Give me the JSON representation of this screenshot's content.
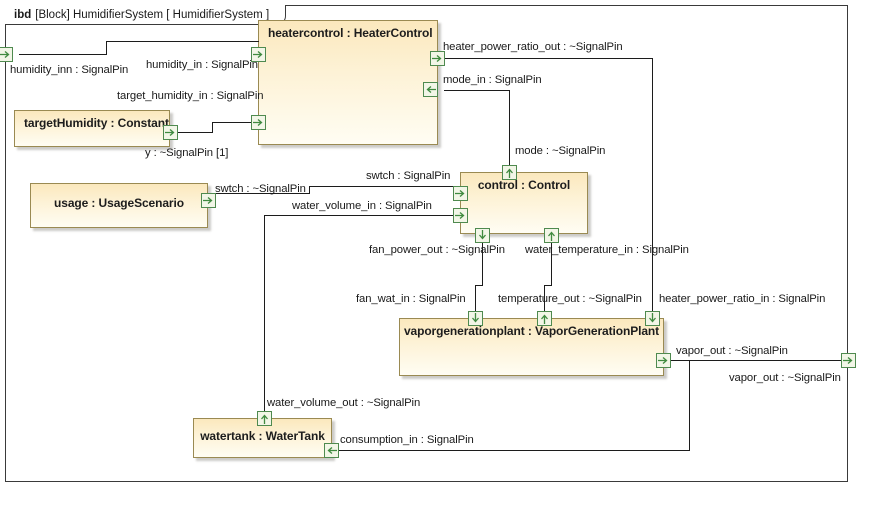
{
  "diagram": {
    "frame_tab": {
      "kind": "ibd",
      "text": "[Block] HumidifierSystem [ HumidifierSystem ]"
    },
    "colors": {
      "part_fill_top": "#fbe8bd",
      "part_fill_bottom": "#fffdf3",
      "part_border": "#9a8a52",
      "port_border": "#4f8a4f",
      "port_fill": "#f2f6e7",
      "connector": "#1c1c1c",
      "frame_border": "#3a3a3a"
    },
    "parts": [
      {
        "id": "heatercontrol",
        "label": "heatercontrol : HeaterControl"
      },
      {
        "id": "targetHumidity",
        "label": "targetHumidity : Constant"
      },
      {
        "id": "usage",
        "label": "usage : UsageScenario"
      },
      {
        "id": "control",
        "label": "control : Control"
      },
      {
        "id": "vaporgenerationplant",
        "label": "vaporgenerationplant : VaporGenerationPlant"
      },
      {
        "id": "watertank",
        "label": "watertank : WaterTank"
      }
    ],
    "port_labels": [
      {
        "id": "humidity_inn",
        "text": "humidity_inn : SignalPin"
      },
      {
        "id": "humidity_in",
        "text": "humidity_in : SignalPin"
      },
      {
        "id": "target_humidity_in",
        "text": "target_humidity_in : SignalPin"
      },
      {
        "id": "heater_power_ratio_out",
        "text": "heater_power_ratio_out : ~SignalPin"
      },
      {
        "id": "mode_in",
        "text": "mode_in : SignalPin"
      },
      {
        "id": "y",
        "text": "y : ~SignalPin [1]"
      },
      {
        "id": "mode",
        "text": "mode : ~SignalPin"
      },
      {
        "id": "swtch_out",
        "text": "swtch : ~SignalPin"
      },
      {
        "id": "swtch_in",
        "text": "swtch : SignalPin"
      },
      {
        "id": "water_volume_in",
        "text": "water_volume_in : SignalPin"
      },
      {
        "id": "fan_power_out",
        "text": "fan_power_out : ~SignalPin"
      },
      {
        "id": "water_temperature_in",
        "text": "water_temperature_in : SignalPin"
      },
      {
        "id": "fan_wat_in",
        "text": "fan_wat_in : SignalPin"
      },
      {
        "id": "temperature_out",
        "text": "temperature_out : ~SignalPin"
      },
      {
        "id": "heater_power_ratio_in",
        "text": "heater_power_ratio_in : SignalPin"
      },
      {
        "id": "vapor_out_plant",
        "text": "vapor_out : ~SignalPin"
      },
      {
        "id": "vapor_out_system",
        "text": "vapor_out : ~SignalPin"
      },
      {
        "id": "water_volume_out",
        "text": "water_volume_out : ~SignalPin"
      },
      {
        "id": "consumption_in",
        "text": "consumption_in : SignalPin"
      }
    ]
  }
}
